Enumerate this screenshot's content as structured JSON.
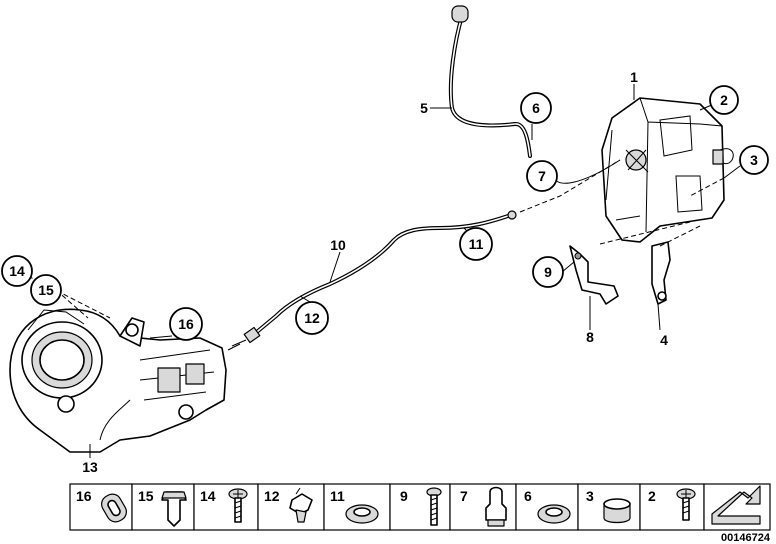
{
  "callouts": {
    "c1": "1",
    "c2": "2",
    "c3": "3",
    "c4": "4",
    "c5": "5",
    "c6": "6",
    "c7": "7",
    "c8": "8",
    "c9": "9",
    "c10": "10",
    "c11": "11",
    "c12": "12",
    "c13": "13",
    "c14": "14",
    "c15": "15",
    "c16": "16"
  },
  "parts_strip": [
    {
      "label": "16",
      "icon": "grommet-oval-icon"
    },
    {
      "label": "15",
      "icon": "clip-nut-icon"
    },
    {
      "label": "14",
      "icon": "screw-icon"
    },
    {
      "label": "12",
      "icon": "cable-clip-icon"
    },
    {
      "label": "11",
      "icon": "grommet-icon"
    },
    {
      "label": "9",
      "icon": "screw-long-icon"
    },
    {
      "label": "7",
      "icon": "bulb-socket-icon"
    },
    {
      "label": "6",
      "icon": "grommet-icon"
    },
    {
      "label": "3",
      "icon": "cap-icon"
    },
    {
      "label": "2",
      "icon": "screw-icon"
    }
  ],
  "reference_number": "00146724"
}
